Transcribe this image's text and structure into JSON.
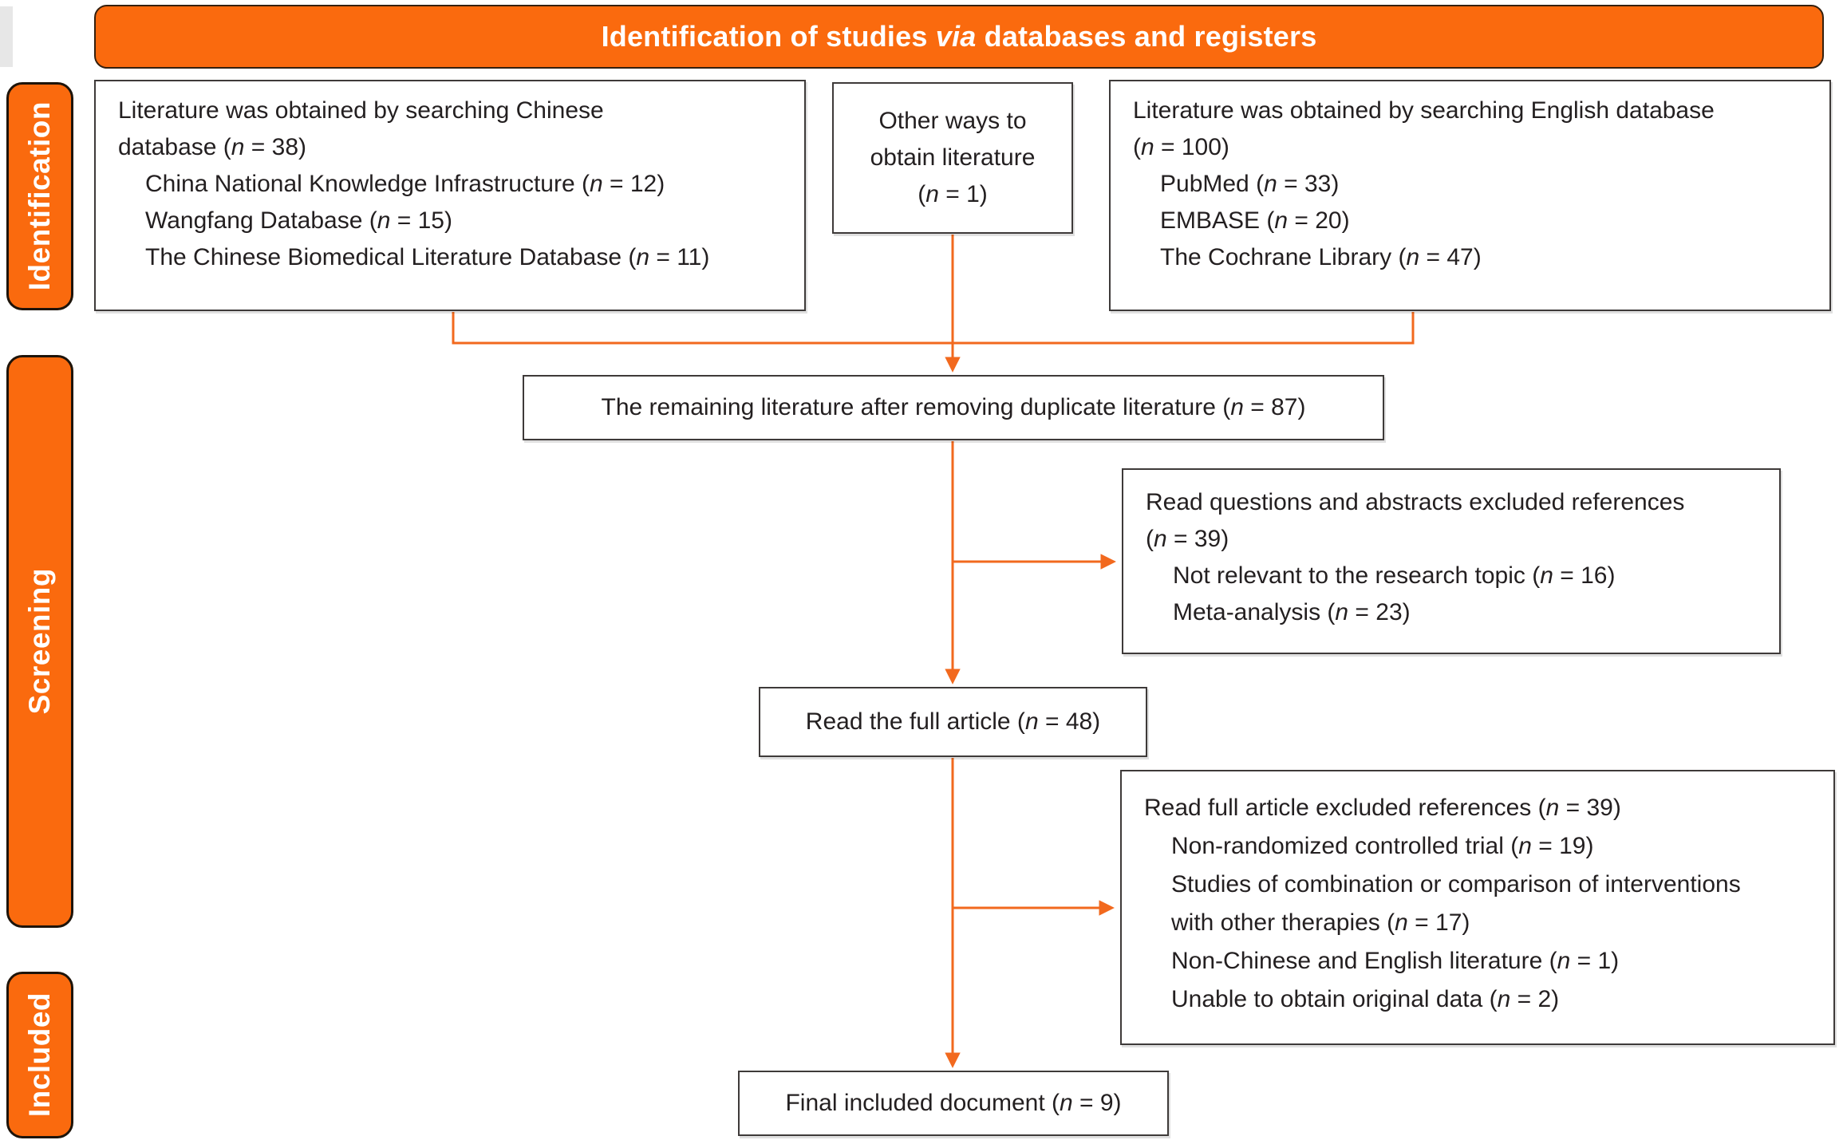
{
  "colors": {
    "orange": "#fa6a0e",
    "line": "#f2691e",
    "box_border": "#3e3a39",
    "text": "#231f20",
    "banner_text": "#ffffff"
  },
  "header": {
    "title": "Identification of studies via databases and registers"
  },
  "stages": [
    {
      "label": "Identification"
    },
    {
      "label": "Screening"
    },
    {
      "label": "Included"
    }
  ],
  "boxes": {
    "chinese": {
      "lines": [
        {
          "text": "Literature was obtained by searching Chinese",
          "indent": 0
        },
        {
          "text": "database (n = 38)",
          "indent": 0
        },
        {
          "text": "China National Knowledge Infrastructure (n = 12)",
          "indent": 1
        },
        {
          "text": "Wangfang Database (n = 15)",
          "indent": 1
        },
        {
          "text": "The Chinese Biomedical Literature Database (n = 11)",
          "indent": 1
        }
      ]
    },
    "other_ways": {
      "lines": [
        {
          "text": "Other ways to",
          "indent": 0
        },
        {
          "text": "obtain literature",
          "indent": 0
        },
        {
          "text": "(n = 1)",
          "indent": 0
        }
      ]
    },
    "english": {
      "lines": [
        {
          "text": "Literature was obtained by searching English database",
          "indent": 0
        },
        {
          "text": "(n = 100)",
          "indent": 0
        },
        {
          "text": "PubMed (n = 33)",
          "indent": 1
        },
        {
          "text": "EMBASE (n = 20)",
          "indent": 1
        },
        {
          "text": "The Cochrane Library (n = 47)",
          "indent": 1
        }
      ]
    },
    "deduplicated": {
      "lines": [
        {
          "text": "The remaining literature after removing duplicate literature (n = 87)",
          "indent": 0
        }
      ]
    },
    "abstract_excluded": {
      "lines": [
        {
          "text": "Read questions and abstracts excluded references",
          "indent": 0
        },
        {
          "text": "(n = 39)",
          "indent": 0
        },
        {
          "text": "Not relevant to the research topic (n = 16)",
          "indent": 1
        },
        {
          "text": "Meta-analysis (n = 23)",
          "indent": 1
        }
      ]
    },
    "full_text": {
      "lines": [
        {
          "text": "Read the full article (n = 48)",
          "indent": 0
        }
      ]
    },
    "full_text_excluded": {
      "lines": [
        {
          "text": "Read full article excluded references (n = 39)",
          "indent": 0
        },
        {
          "text": "Non-randomized controlled trial (n = 19)",
          "indent": 1
        },
        {
          "text": "Studies of combination or comparison of interventions",
          "indent": 1
        },
        {
          "text": "with other therapies (n = 17)",
          "indent": 1
        },
        {
          "text": "Non-Chinese and English literature (n = 1)",
          "indent": 1
        },
        {
          "text": "Unable to obtain original data (n = 2)",
          "indent": 1
        }
      ]
    },
    "final_included": {
      "lines": [
        {
          "text": "Final included document (n = 9)",
          "indent": 0
        }
      ]
    }
  }
}
